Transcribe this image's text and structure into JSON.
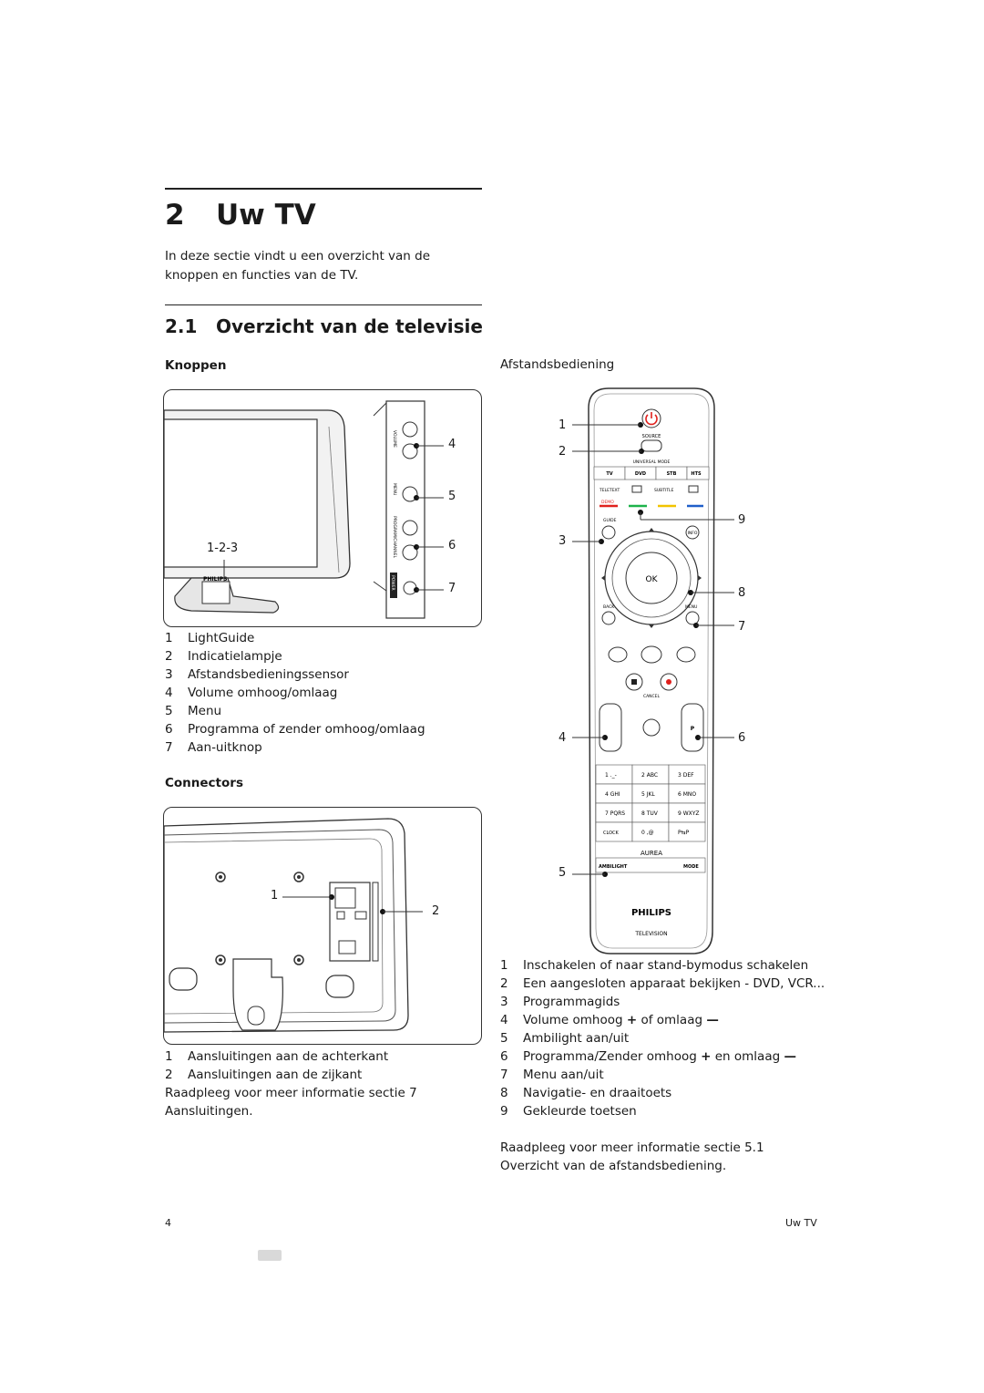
{
  "chapter": {
    "number": "2",
    "title": "Uw TV"
  },
  "intro": "In deze sectie vindt u een overzicht van de knoppen en functies van de TV.",
  "section": {
    "number": "2.1",
    "title": "Overzicht van de televisie"
  },
  "knoppen": {
    "heading": "Knoppen",
    "callouts": [
      "4",
      "5",
      "6",
      "7",
      "1-2-3"
    ],
    "panel_labels": [
      "VOLUME",
      "MENU",
      "PROGRAM/CHANNEL",
      "POWER"
    ],
    "brand": "PHILIPS",
    "items": [
      {
        "n": "1",
        "text": "LightGuide"
      },
      {
        "n": "2",
        "text": "Indicatielampje"
      },
      {
        "n": "3",
        "text": "Afstandsbedieningssensor"
      },
      {
        "n": "4",
        "text": "Volume omhoog/omlaag"
      },
      {
        "n": "5",
        "text": "Menu"
      },
      {
        "n": "6",
        "text": "Programma of zender omhoog/omlaag"
      },
      {
        "n": "7",
        "text": "Aan-uitknop"
      }
    ]
  },
  "connectors": {
    "heading": "Connectors",
    "callouts": [
      "1",
      "2"
    ],
    "items": [
      {
        "n": "1",
        "text": "Aansluitingen aan de achterkant"
      },
      {
        "n": "2",
        "text": "Aansluitingen aan de zijkant"
      }
    ],
    "ref_prefix": "Raadpleeg voor meer informatie sectie",
    "ref_num": "7",
    "ref_title": "Aansluitingen"
  },
  "remote": {
    "heading": "Afstandsbediening",
    "callouts_left": [
      "1",
      "2",
      "3",
      "4",
      "5"
    ],
    "callouts_right": [
      "9",
      "8",
      "7",
      "6"
    ],
    "labels": {
      "source": "SOURCE",
      "universal_mode": "UNIVERSAL MODE",
      "modes": [
        "TV",
        "DVD",
        "STB",
        "HTS"
      ],
      "teletext": "TELETEXT",
      "subtitle": "SUBTITLE",
      "demo": "DEMO",
      "guide": "GUIDE",
      "info": "INFO",
      "ok": "OK",
      "back": "BACK",
      "menu": "MENU",
      "cancel": "CANCEL",
      "p": "P",
      "keypad": [
        "1 ._-",
        "2 ABC",
        "3 DEF",
        "4 GHI",
        "5 JKL",
        "6 MNO",
        "7 PQRS",
        "8 TUV",
        "9 WXYZ",
        "CLOCK",
        "0 ,@",
        "P⇆P"
      ],
      "aurea": "AUREA",
      "ambilight": "AMBILIGHT",
      "mode": "MODE",
      "brand": "PHILIPS",
      "television": "TELEVISION"
    },
    "items": [
      {
        "n": "1",
        "text": "Inschakelen of naar stand-bymodus schakelen"
      },
      {
        "n": "2",
        "text": "Een aangesloten apparaat bekijken - DVD, VCR..."
      },
      {
        "n": "3",
        "text": "Programmagids"
      },
      {
        "n": "4",
        "pre": "Volume omhoog",
        "mid": "of omlaag"
      },
      {
        "n": "5",
        "text": "Ambilight aan/uit"
      },
      {
        "n": "6",
        "pre": "Programma/Zender omhoog",
        "mid": "en omlaag"
      },
      {
        "n": "7",
        "text": "Menu aan/uit"
      },
      {
        "n": "8",
        "text": "Navigatie- en draaitoets"
      },
      {
        "n": "9",
        "text": "Gekleurde toetsen"
      }
    ],
    "ref_prefix": "Raadpleeg voor meer informatie sectie",
    "ref_num": "5.1",
    "ref_title": "Overzicht van de afstandsbediening"
  },
  "footer": {
    "page": "4",
    "title": "Uw TV"
  },
  "colors": {
    "power_red": "#e0201c",
    "green": "#1db34a",
    "yellow": "#f2c400",
    "blue": "#1f5fc9"
  }
}
